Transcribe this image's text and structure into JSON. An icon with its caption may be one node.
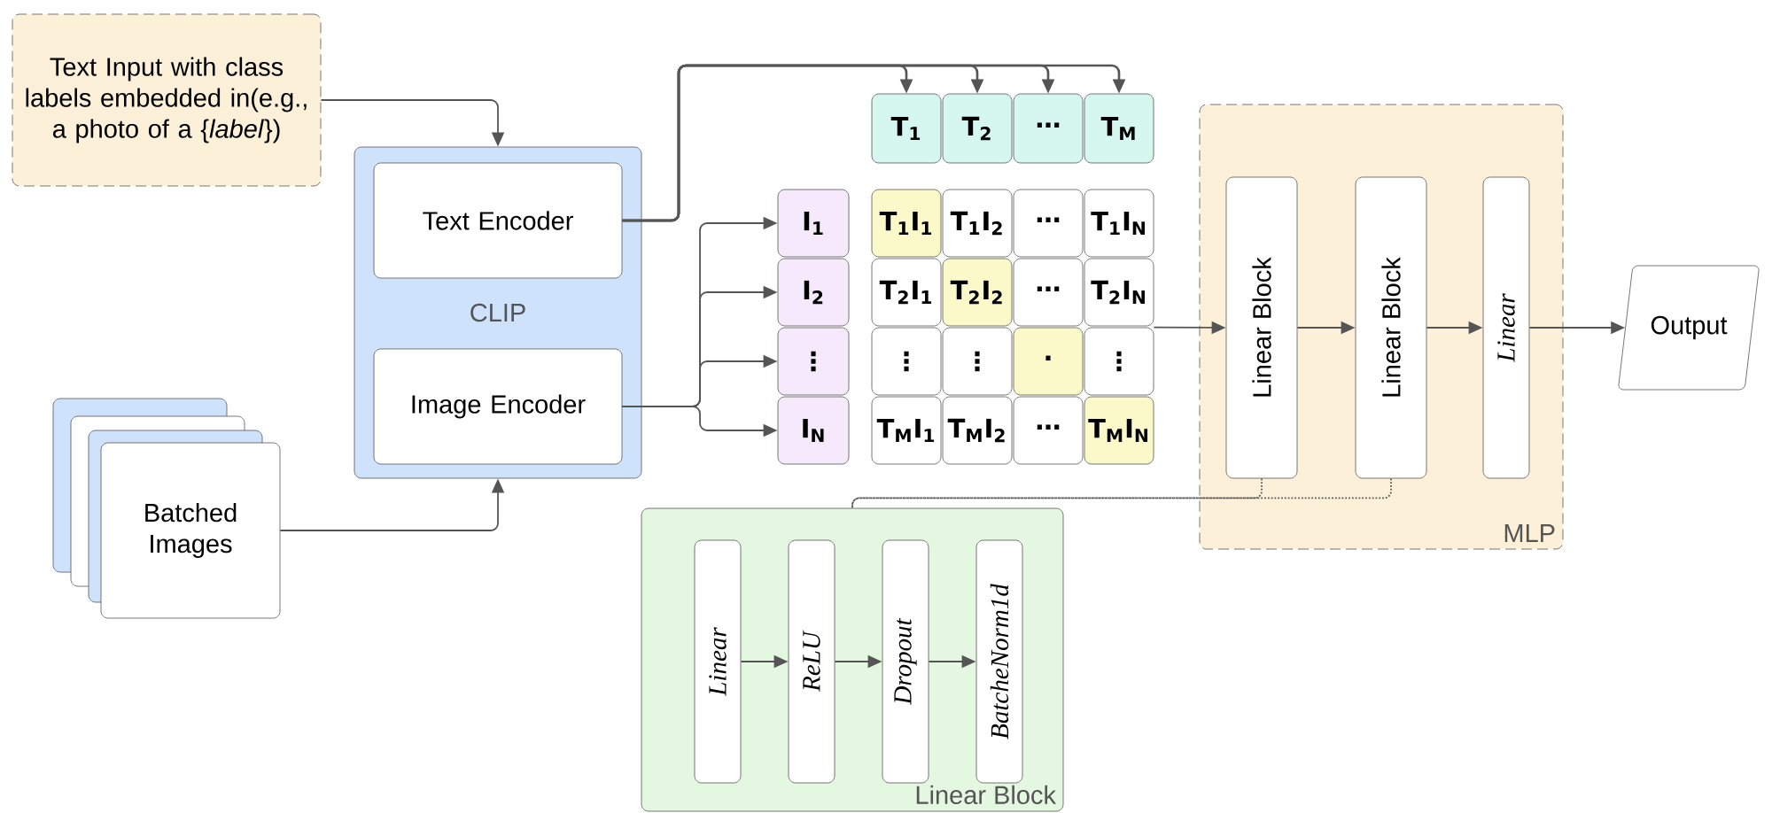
{
  "diagram": {
    "nodes": [
      {
        "text": [
          "Text Input with class labels embedded in(e.g., a photo of a {*label*})"
        ]
      },
      {
        "text": [
          "CLIP"
        ]
      },
      {
        "text": [
          "Text Encoder"
        ],
        "in": 1
      },
      {
        "text": [
          "Image Encoder"
        ],
        "in": 1
      },
      {
        "text": [
          "Batched Images"
        ]
      },
      {
        "text": [
          "T$_{1}$"
        ]
      },
      {
        "text": [
          "T$_{2}$"
        ]
      },
      {
        "text": [
          "⋯"
        ]
      },
      {
        "text": [
          "T$_{M}$"
        ]
      },
      {
        "text": [
          "I$_{1}$"
        ]
      },
      {
        "text": [
          "I$_{2}$"
        ]
      },
      {
        "text": [
          "⋮"
        ]
      },
      {
        "text": [
          "I$_{N}$"
        ]
      },
      {
        "text": [
          "T$_{1}$I$_{1}$"
        ]
      },
      {
        "text": [
          "T$_{1}$I$_{2}$"
        ]
      },
      {
        "text": [
          "⋯"
        ]
      },
      {
        "text": [
          "T$_{1}$I$_{N}$"
        ]
      },
      {
        "text": [
          "T$_{2}$I$_{1}$"
        ]
      },
      {
        "text": [
          "T$_{2}$I$_{2}$"
        ]
      },
      {
        "text": [
          "⋯"
        ]
      },
      {
        "text": [
          "T$_{2}$I$_{N}$"
        ]
      },
      {
        "text": [
          "⋮"
        ]
      },
      {
        "text": [
          "⋮"
        ]
      },
      {
        "text": [
          "·"
        ]
      },
      {
        "text": [
          "⋮"
        ]
      },
      {
        "text": [
          "T$_{M}$I$_{1}$"
        ]
      },
      {
        "text": [
          "T$_{M}$I$_{2}$"
        ]
      },
      {
        "text": [
          "⋯"
        ]
      },
      {
        "text": [
          "T$_{M}$I$_{N}$"
        ]
      },
      {
        "text": [
          "MLP"
        ]
      },
      {
        "text": [
          "Linear Block"
        ],
        "in": 29
      },
      {
        "text": [
          "Linear Block"
        ],
        "in": 29
      },
      {
        "text": [
          "Linear"
        ],
        "in": 29
      },
      {
        "text": [
          "Output"
        ]
      },
      {
        "text": [
          "Linear Block"
        ]
      },
      {
        "text": [
          "Linear"
        ],
        "in": 34
      },
      {
        "text": [
          "ReLU"
        ],
        "in": 34
      },
      {
        "text": [
          "Dropout"
        ],
        "in": 34
      },
      {
        "text": [
          "BatcheNorm1d"
        ],
        "in": 34
      }
    ],
    "edges": [
      {
        "from": 0,
        "to": 1,
        "arrow": "to"
      },
      {
        "from": 4,
        "to": 1,
        "arrow": "to"
      },
      {
        "from": 2,
        "to": 5,
        "arrow": "to"
      },
      {
        "from": 2,
        "to": 6,
        "arrow": "to"
      },
      {
        "from": 2,
        "to": 7,
        "arrow": "to"
      },
      {
        "from": 2,
        "to": 8,
        "arrow": "to"
      },
      {
        "from": 3,
        "to": 9,
        "arrow": "to"
      },
      {
        "from": 3,
        "to": 10,
        "arrow": "to"
      },
      {
        "from": 3,
        "to": 11,
        "arrow": "to"
      },
      {
        "from": 3,
        "to": 12,
        "arrow": "to"
      },
      {
        "from": 24,
        "to": 30,
        "arrow": "to"
      },
      {
        "from": 30,
        "to": 31,
        "arrow": "to"
      },
      {
        "from": 31,
        "to": 32,
        "arrow": "to"
      },
      {
        "from": 32,
        "to": 33,
        "arrow": "to"
      },
      {
        "from": 30,
        "to": 34,
        "arrow": "none",
        "style": "dashed"
      },
      {
        "from": 31,
        "to": 34,
        "arrow": "none",
        "style": "dashed"
      },
      {
        "from": 35,
        "to": 36,
        "arrow": "to"
      },
      {
        "from": 36,
        "to": 37,
        "arrow": "to"
      },
      {
        "from": 37,
        "to": 38,
        "arrow": "to"
      }
    ]
  }
}
